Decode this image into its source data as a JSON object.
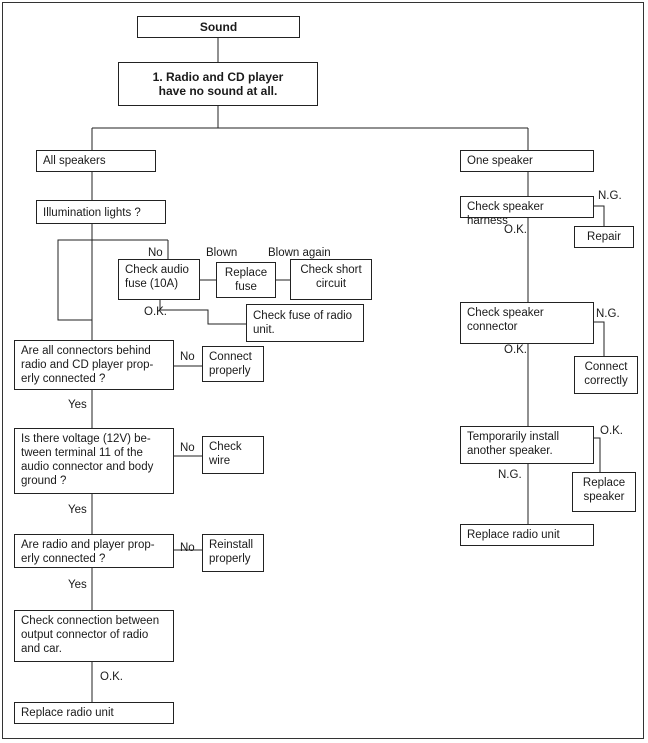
{
  "boxes": {
    "sound": "Sound",
    "no_sound": "1. Radio and CD player\nhave no sound at all.",
    "all_speakers": "All speakers",
    "illumination": "Illumination lights ?",
    "check_audio_fuse": "Check audio\nfuse (10A)",
    "replace_fuse": "Replace\nfuse",
    "check_short": "Check short\ncircuit",
    "check_fuse_radio": "Check fuse of radio\nunit.",
    "connectors": "Are all connectors behind\nradio and CD player prop-\nerly connected ?",
    "connect_properly": "Connect\nproperly",
    "voltage": "Is there voltage (12V) be-\ntween terminal 11 of the\naudio connector and body\nground ?",
    "check_wire": "Check\nwire",
    "radio_player": "Are radio and player prop-\nerly connected ?",
    "reinstall": "Reinstall\nproperly",
    "check_connection": "Check connection between\noutput connector of radio\nand car.",
    "replace_radio_left": "Replace radio unit",
    "one_speaker": "One speaker",
    "check_harness": "Check speaker harness",
    "repair": "Repair",
    "check_connector": "Check speaker\nconnector",
    "connect_correctly": "Connect\ncorrectly",
    "temp_install": "Temporarily install\nanother speaker.",
    "replace_speaker": "Replace\nspeaker",
    "replace_radio_right": "Replace radio unit"
  },
  "labels": {
    "no_illum": "No",
    "blown": "Blown",
    "blown_again": "Blown again",
    "ok_illum": "O.K.",
    "no_connectors": "No",
    "yes_connectors": "Yes",
    "no_voltage": "No",
    "yes_voltage": "Yes",
    "no_radio": "No",
    "yes_radio": "Yes",
    "ok_check": "O.K.",
    "ng_harness": "N.G.",
    "ok_harness": "O.K.",
    "ng_connector": "N.G.",
    "ok_connector": "O.K.",
    "ok_temp": "O.K.",
    "ng_temp": "N.G."
  }
}
